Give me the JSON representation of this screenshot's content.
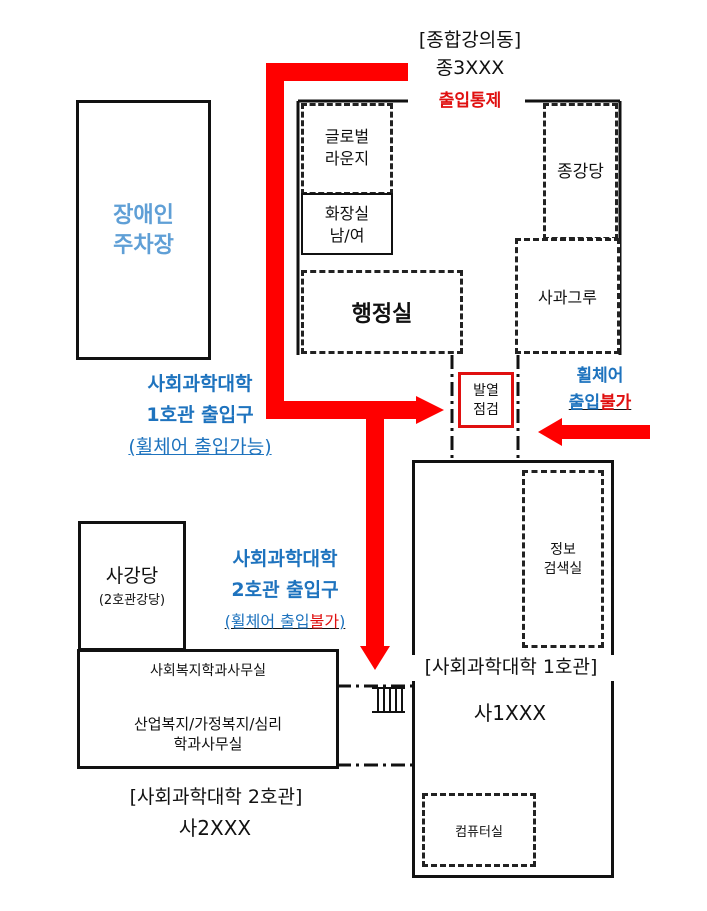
{
  "complex": {
    "name": "[종합강의동]",
    "code": "종3XXX",
    "access": "출입통제"
  },
  "rooms": {
    "global_lounge": "글로벌\n라운지",
    "restroom": "화장실\n남/여",
    "admin": "행정실",
    "auditorium": "종강당",
    "sagwa": "사과그루",
    "fever_check": "발열\n점검",
    "info_search": "정보\n검색실",
    "computer": "컴퓨터실",
    "sa_auditorium": "사강당",
    "sa_auditorium_sub": "(2호관강당)",
    "welfare_office": "사회복지학과사무실",
    "dept_office": "산업복지/가정복지/심리\n학과사무실"
  },
  "parking": "장애인\n주차장",
  "entrances": {
    "hall1_line1": "사회과학대학",
    "hall1_line2": "1호관 출입구",
    "hall1_wheel": "(휠체어 출입가능)",
    "hall2_line1": "사회과학대학",
    "hall2_line2": "2호관 출입구",
    "hall2_wheel_a": "(휠체어 출입",
    "hall2_wheel_b": "불가",
    "hall2_wheel_c": ")",
    "right_line1": "휠체어",
    "right_line2a": "출입",
    "right_line2b": "불가"
  },
  "buildings": {
    "hall1_name": "[사회과학대학 1호관]",
    "hall1_code": "사1XXX",
    "hall2_name": "[사회과학대학 2호관]",
    "hall2_code": "사2XXX"
  },
  "colors": {
    "arrow": "#ff0000",
    "blue_text": "#1e73be",
    "parking_text": "#5f9fd6"
  }
}
